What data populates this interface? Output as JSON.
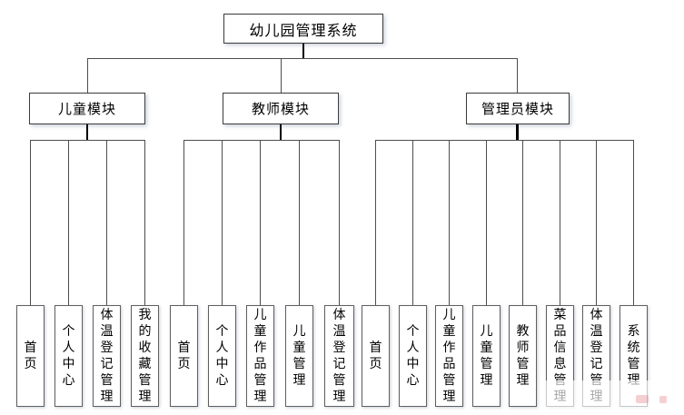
{
  "diagram": {
    "root": {
      "label": "幼儿园管理系统"
    },
    "modules": [
      {
        "label": "儿童模块",
        "children": [
          "首页",
          "个人中心",
          "体温登记管理",
          "我的收藏管理"
        ]
      },
      {
        "label": "教师模块",
        "children": [
          "首页",
          "个人中心",
          "儿童作品管理",
          "儿童管理",
          "体温登记管理"
        ]
      },
      {
        "label": "管理员模块",
        "children": [
          "首页",
          "个人中心",
          "儿童作品管理",
          "儿童管理",
          "教师管理",
          "菜品信息管理",
          "体温登记管理",
          "系统管理"
        ]
      }
    ],
    "colors": {
      "background": "#ffffff",
      "box_background": "#ffffff",
      "box_border": "#3c3c3c",
      "leaf_border": "#5f5f5f",
      "connector_line": "#4d4d4d",
      "text": "#000000"
    }
  }
}
